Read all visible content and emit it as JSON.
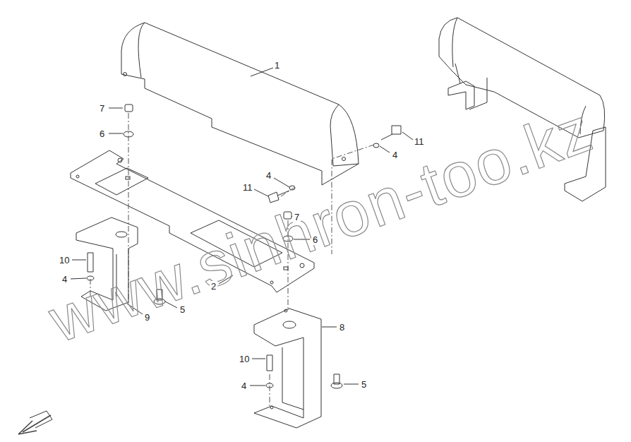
{
  "diagram": {
    "labels": [
      "1",
      "7",
      "6",
      "11",
      "4",
      "4",
      "11",
      "7",
      "6",
      "2",
      "10",
      "4",
      "9",
      "5",
      "8",
      "10",
      "4",
      "5",
      "www.sinhron-too.kz"
    ]
  }
}
